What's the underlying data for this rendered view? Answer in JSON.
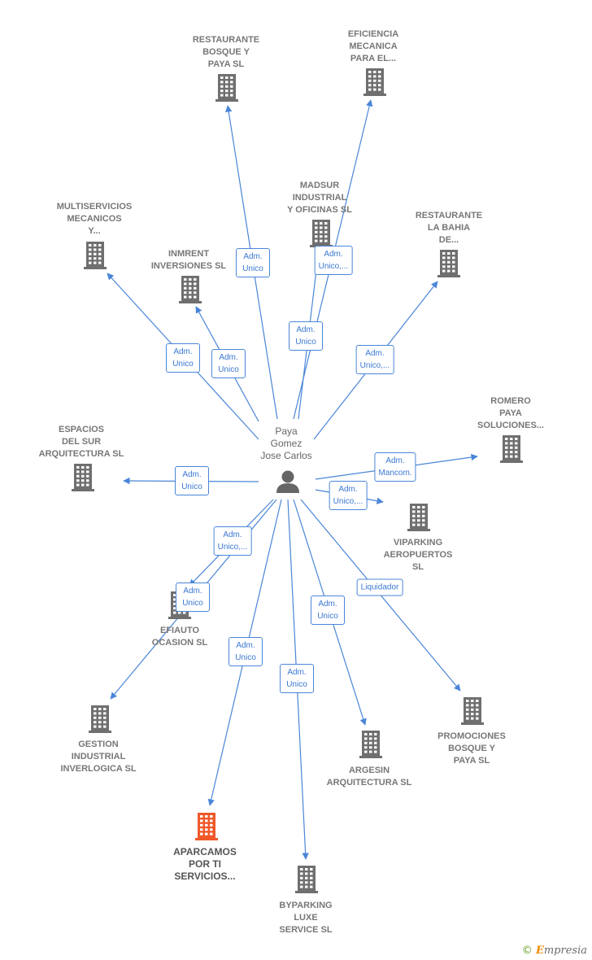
{
  "colors": {
    "edge": "#4a86d8",
    "company_icon": "#6f6f6f",
    "highlight_icon": "#f0582a",
    "person_icon": "#666666"
  },
  "center": {
    "label": "Paya\nGomez\nJose Carlos",
    "icon": "person-icon"
  },
  "nodes": [
    {
      "id": "restaurante-bosque",
      "label": "RESTAURANTE\nBOSQUE Y\nPAYA SL",
      "icon": "building-icon",
      "highlight": false
    },
    {
      "id": "eficiencia-mecanica",
      "label": "EFICIENCIA\nMECANICA\nPARA EL...",
      "icon": "building-icon",
      "highlight": false
    },
    {
      "id": "madsur-industrial",
      "label": "MADSUR\nINDUSTRIAL\nY OFICINAS SL",
      "icon": "building-icon",
      "highlight": false
    },
    {
      "id": "multiservicios-mecanicos",
      "label": "MULTISERVICIOS\nMECANICOS\nY...",
      "icon": "building-icon",
      "highlight": false
    },
    {
      "id": "inmrent-inversiones",
      "label": "INMRENT\nINVERSIONES SL",
      "icon": "building-icon",
      "highlight": false
    },
    {
      "id": "restaurante-la-bahia",
      "label": "RESTAURANTE\nLA BAHIA\nDE...",
      "icon": "building-icon",
      "highlight": false
    },
    {
      "id": "romero-paya",
      "label": "ROMERO\nPAYA\nSOLUCIONES...",
      "icon": "building-icon",
      "highlight": false
    },
    {
      "id": "espacios-del-sur",
      "label": "ESPACIOS\nDEL SUR\nARQUITECTURA SL",
      "icon": "building-icon",
      "highlight": false
    },
    {
      "id": "viparking-aeropuertos",
      "label": "VIPARKING\nAEROPUERTOS\nSL",
      "icon": "building-icon",
      "highlight": false
    },
    {
      "id": "efiauto-ocasion",
      "label": "EFIAUTO\nOCASION SL",
      "icon": "building-icon",
      "highlight": false
    },
    {
      "id": "gestion-industrial",
      "label": "GESTION\nINDUSTRIAL\nINVERLOGICA SL",
      "icon": "building-icon",
      "highlight": false
    },
    {
      "id": "promociones-bosque",
      "label": "PROMOCIONES\nBOSQUE Y\nPAYA SL",
      "icon": "building-icon",
      "highlight": false
    },
    {
      "id": "argesin-arquitectura",
      "label": "ARGESIN\nARQUITECTURA SL",
      "icon": "building-icon",
      "highlight": false
    },
    {
      "id": "aparcamos-por-ti",
      "label": "APARCAMOS\nPOR TI\nSERVICIOS...",
      "icon": "building-icon",
      "highlight": true
    },
    {
      "id": "byparking-luxe",
      "label": "BYPARKING\nLUXE\nSERVICE SL",
      "icon": "building-icon",
      "highlight": false
    }
  ],
  "edges": [
    {
      "to": "restaurante-bosque",
      "label": "Adm.\nUnico"
    },
    {
      "to": "eficiencia-mecanica",
      "label": "Adm.\nUnico,..."
    },
    {
      "to": "madsur-industrial",
      "label": "Adm.\nUnico"
    },
    {
      "to": "multiservicios-mecanicos",
      "label": "Adm.\nUnico"
    },
    {
      "to": "inmrent-inversiones",
      "label": "Adm.\nUnico"
    },
    {
      "to": "restaurante-la-bahia",
      "label": "Adm.\nUnico,..."
    },
    {
      "to": "romero-paya",
      "label": "Adm.\nMancom."
    },
    {
      "to": "espacios-del-sur",
      "label": "Adm.\nUnico"
    },
    {
      "to": "viparking-aeropuertos",
      "label": "Adm.\nUnico,..."
    },
    {
      "to": "efiauto-ocasion",
      "label": "Adm.\nUnico,..."
    },
    {
      "to": "gestion-industrial",
      "label": "Adm.\nUnico"
    },
    {
      "to": "promociones-bosque",
      "label": "Liquidador"
    },
    {
      "to": "argesin-arquitectura",
      "label": "Adm.\nUnico"
    },
    {
      "to": "aparcamos-por-ti",
      "label": "Adm.\nUnico"
    },
    {
      "to": "byparking-luxe",
      "label": "Adm.\nUnico"
    }
  ],
  "footer": {
    "copyright": "©",
    "brand_initial": "E",
    "brand_rest": "mpresia"
  }
}
